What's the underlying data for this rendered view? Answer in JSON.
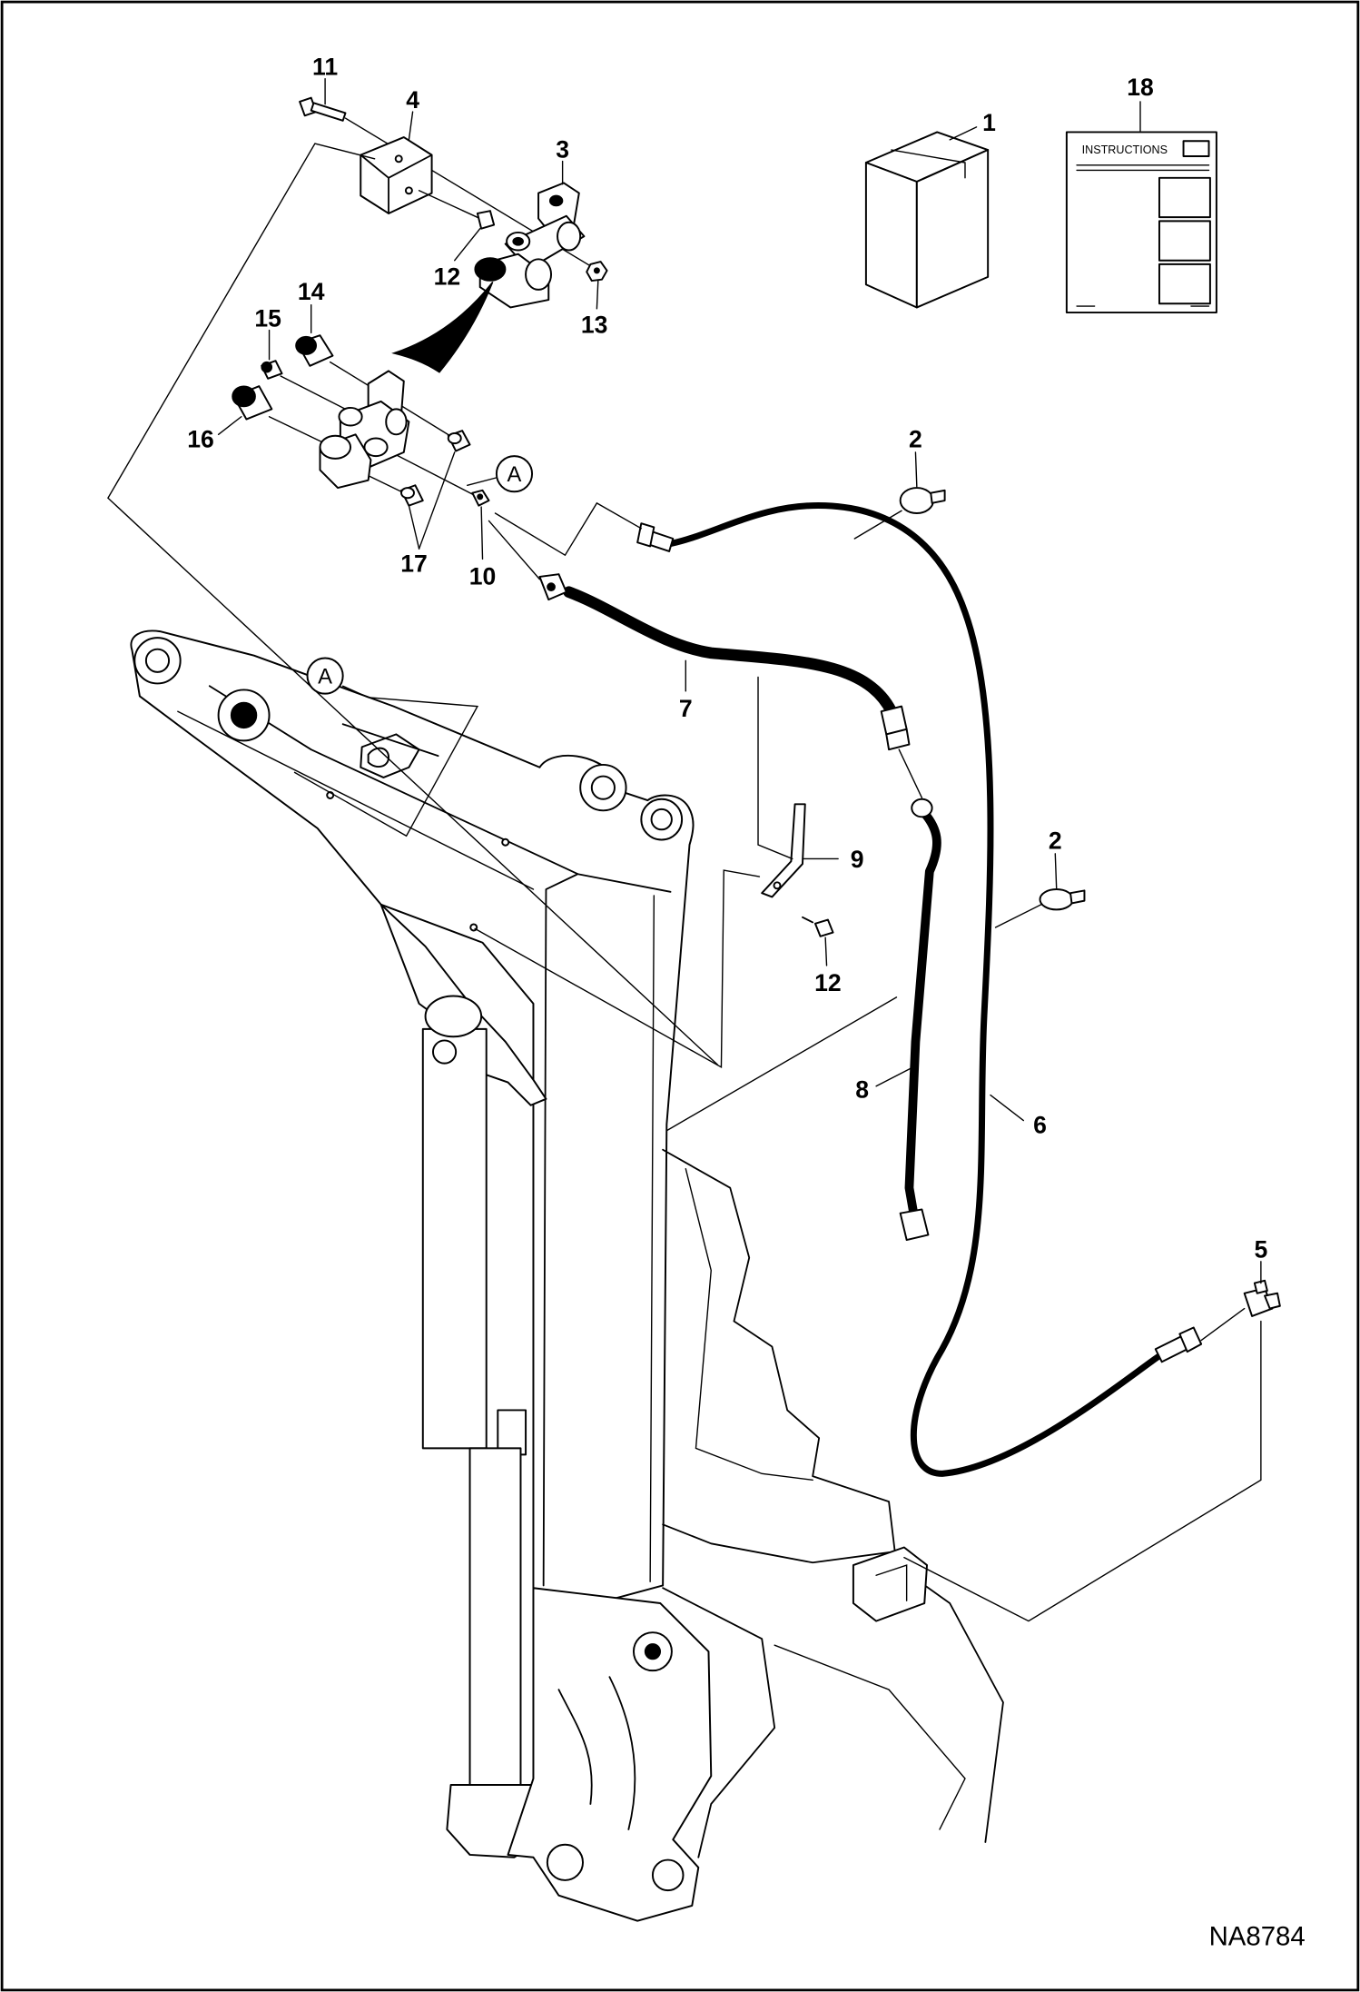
{
  "callouts": {
    "c1": "1",
    "c2_upper": "2",
    "c2_lower": "2",
    "c3": "3",
    "c4": "4",
    "c5": "5",
    "c6": "6",
    "c7": "7",
    "c8": "8",
    "c9": "9",
    "c10": "10",
    "c11": "11",
    "c12_upper": "12",
    "c12_lower": "12",
    "c13": "13",
    "c14": "14",
    "c15": "15",
    "c16": "16",
    "c17": "17",
    "c18": "18"
  },
  "detail_marks": {
    "a_upper": "A",
    "a_lower": "A"
  },
  "instruction_sheet": {
    "title": "INSTRUCTIONS"
  },
  "drawing_code": "NA8784"
}
